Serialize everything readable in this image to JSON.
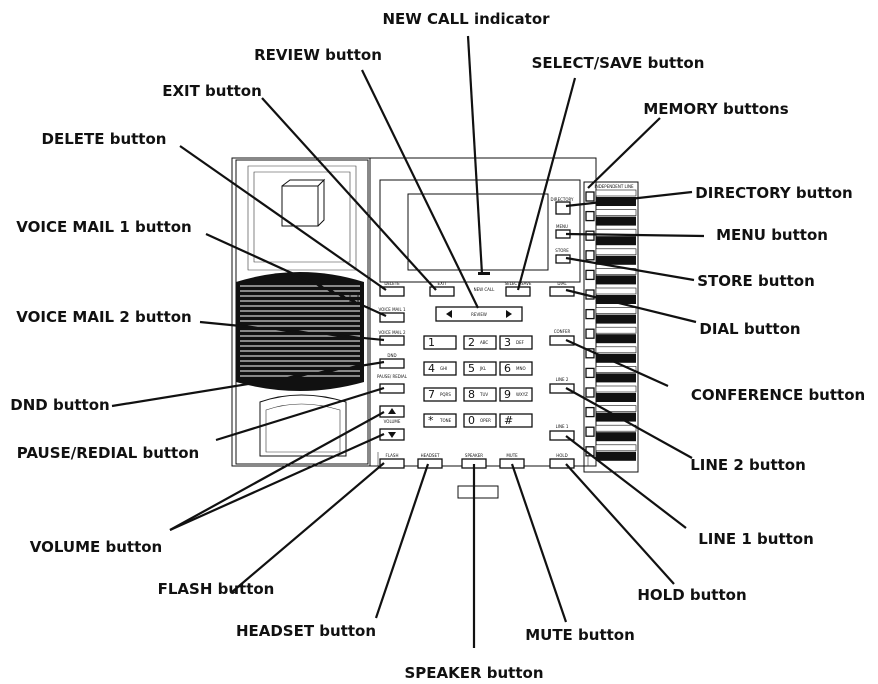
{
  "callouts": {
    "new_call_indicator": "NEW CALL indicator",
    "review": "REVIEW button",
    "select_save": "SELECT/SAVE button",
    "exit": "EXIT button",
    "memory": "MEMORY buttons",
    "delete": "DELETE button",
    "directory": "DIRECTORY button",
    "voice_mail_1": "VOICE MAIL 1 button",
    "menu": "MENU button",
    "store": "STORE button",
    "voice_mail_2": "VOICE MAIL 2 button",
    "dial": "DIAL button",
    "dnd": "DND button",
    "conference": "CONFERENCE button",
    "pause_redial": "PAUSE/REDIAL button",
    "line_2": "LINE 2 button",
    "volume": "VOLUME button",
    "line_1": "LINE 1 button",
    "flash": "FLASH button",
    "hold": "HOLD button",
    "headset": "HEADSET button",
    "mute": "MUTE button",
    "speaker": "SPEAKER button"
  },
  "phone_labels": {
    "delete": "DELETE",
    "exit": "EXIT",
    "new_call": "NEW CALL",
    "select_save": "SELECT/SAVE",
    "dial": "DIAL",
    "voice_mail_1": "VOICE MAIL 1",
    "voice_mail_2": "VOICE MAIL 2",
    "dnd": "DND",
    "pause_redial": "PAUSE/ REDIAL",
    "volume": "VOLUME",
    "flash": "FLASH",
    "headset": "HEADSET",
    "speaker": "SPEAKER",
    "mute": "MUTE",
    "hold": "HOLD",
    "review": "REVIEW",
    "directory": "DIRECTORY",
    "menu": "MENU",
    "store": "STORE",
    "conference": "CONFER",
    "line_2": "LINE 2",
    "line_1": "LINE 1",
    "memory_header": "INDEPENDENT LINE"
  },
  "keypad": [
    {
      "digit": "1",
      "letters": ""
    },
    {
      "digit": "2",
      "letters": "ABC"
    },
    {
      "digit": "3",
      "letters": "DEF"
    },
    {
      "digit": "4",
      "letters": "GHI"
    },
    {
      "digit": "5",
      "letters": "JKL"
    },
    {
      "digit": "6",
      "letters": "MNO"
    },
    {
      "digit": "7",
      "letters": "PQRS"
    },
    {
      "digit": "8",
      "letters": "TUV"
    },
    {
      "digit": "9",
      "letters": "WXYZ"
    },
    {
      "digit": "*",
      "letters": "TONE"
    },
    {
      "digit": "0",
      "letters": "OPER"
    },
    {
      "digit": "#",
      "letters": ""
    }
  ],
  "colors": {
    "ink": "#111111",
    "paper": "#ffffff"
  }
}
